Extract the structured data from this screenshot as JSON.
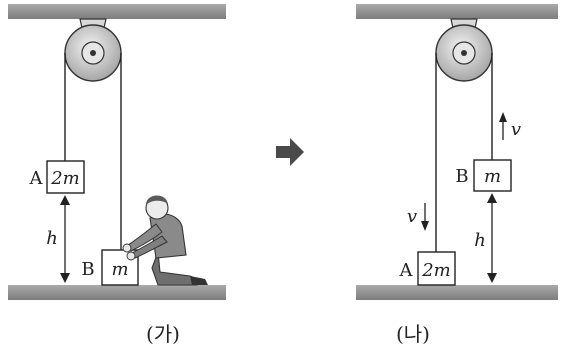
{
  "panels": [
    {
      "caption": "(가)",
      "block_a": {
        "letter": "A",
        "mass": "2m"
      },
      "block_b": {
        "letter": "B",
        "mass": "m"
      },
      "height_label": "h"
    },
    {
      "caption": "(나)",
      "block_a": {
        "letter": "A",
        "mass": "2m"
      },
      "block_b": {
        "letter": "B",
        "mass": "m"
      },
      "height_label": "h",
      "velocity_down": "v",
      "velocity_up": "v"
    }
  ],
  "transition_icon": "right-arrow-icon",
  "colors": {
    "ceiling": "#8c8c8c",
    "line": "#222222",
    "block_fill": "#ffffff"
  }
}
